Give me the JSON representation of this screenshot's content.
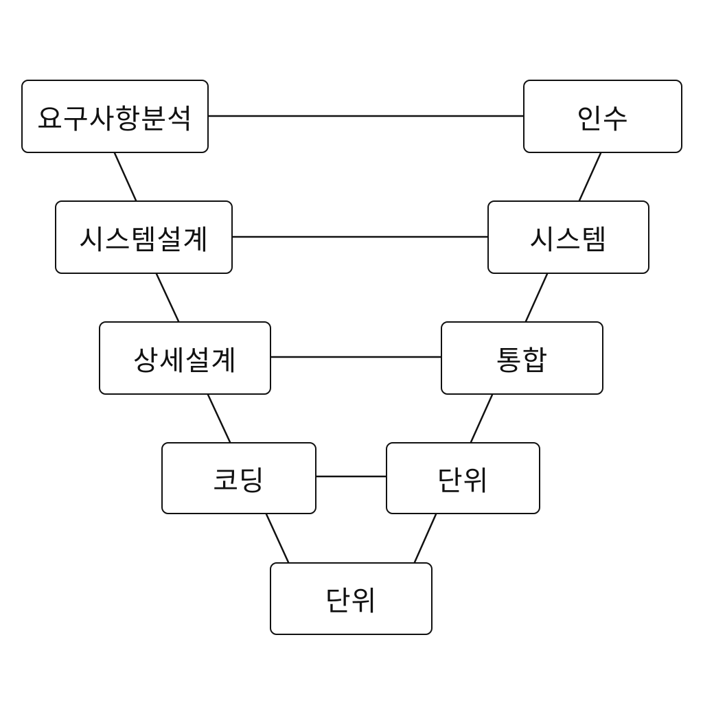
{
  "diagram": {
    "left_branch": {
      "requirements_label": "요구사항분석",
      "system_design_label": "시스템설계",
      "detailed_design_label": "상세설계",
      "coding_label": "코딩"
    },
    "bottom": {
      "unit_label": "단위"
    },
    "right_branch": {
      "unit_label": "단위",
      "integration_label": "통합",
      "system_label": "시스템",
      "acceptance_label": "인수"
    },
    "colors": {
      "stroke": "#111111",
      "background": "#ffffff"
    }
  }
}
